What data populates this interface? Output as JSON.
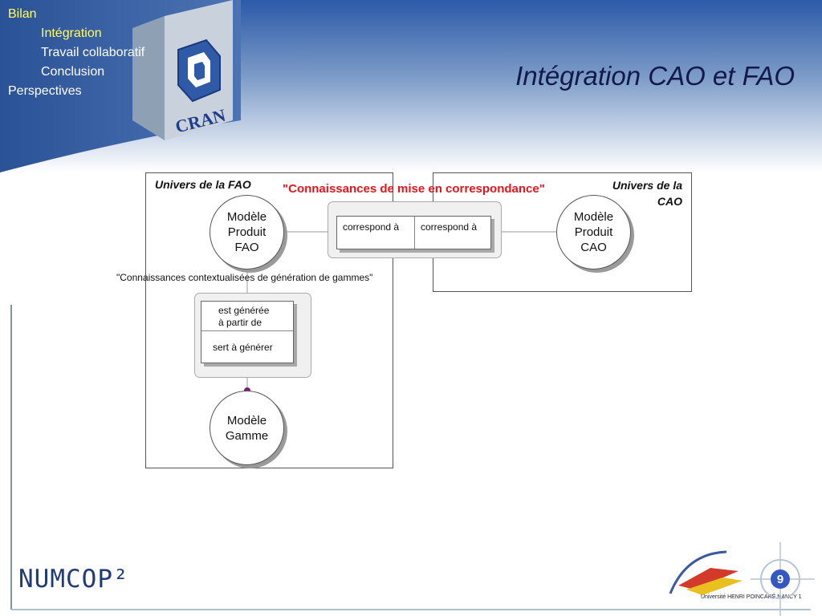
{
  "nav": {
    "items": [
      {
        "label": "Bilan",
        "color": "#ffff66"
      },
      {
        "label": "Intégration",
        "color": "#ffff66"
      },
      {
        "label": "Travail collaboratif",
        "color": "#ffffff"
      },
      {
        "label": "Conclusion",
        "color": "#ffffff"
      },
      {
        "label": "Perspectives",
        "color": "#ffffff"
      }
    ]
  },
  "slide_title": "Intégration CAO et FAO",
  "logo_cran_text": "CRAN",
  "diagram": {
    "fao_universe_label": "Univers de la FAO",
    "cao_universe_label": "Univers de la CAO",
    "mapping_knowledge_label": "\"Connaissances de mise en correspondance\"",
    "context_knowledge_label": "\"Connaissances contextualisées de génération de gammes\"",
    "node_produit_fao": "Modèle\nProduit\nFAO",
    "node_produit_cao": "Modèle\nProduit\nCAO",
    "node_gamme": "Modèle\nGamme",
    "mapping_cell_left": "correspond à",
    "mapping_cell_right": "correspond à",
    "gen_cell_top": "est générée\nà partir de",
    "gen_cell_bottom": "sert à générer",
    "accent_color": "#7a1a7a"
  },
  "footer": {
    "numcop_logo": "NUMCOP²",
    "uhp_logo_text": "Université HENRI POINCARÉ NANCY 1",
    "page_number": "9"
  }
}
